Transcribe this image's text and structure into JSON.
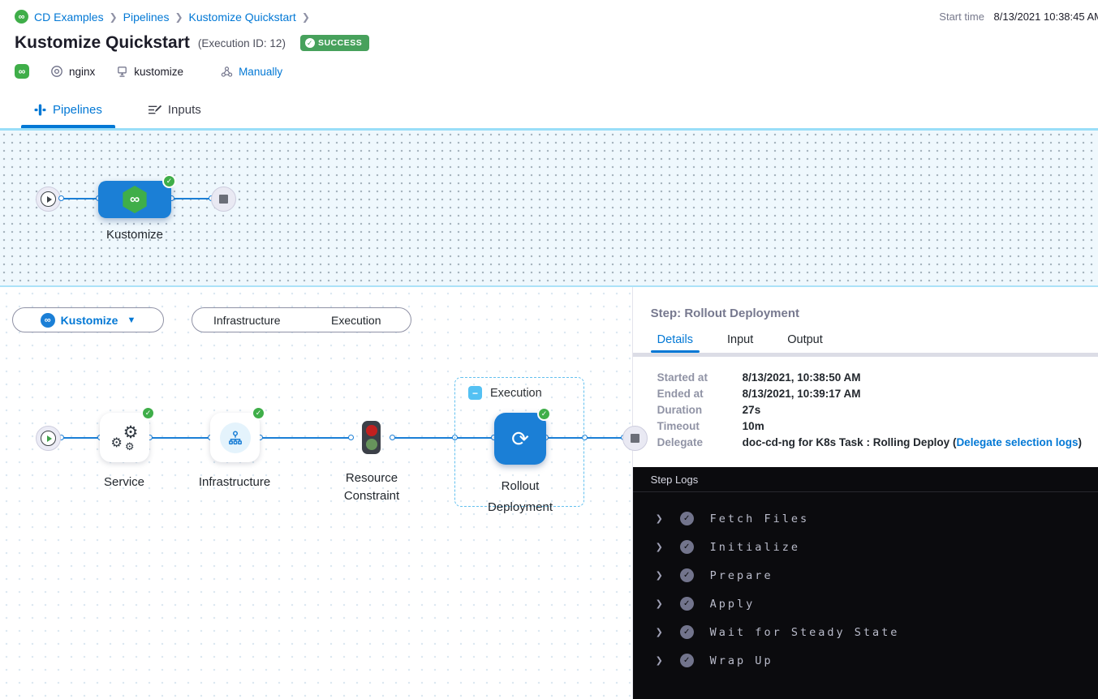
{
  "breadcrumb": {
    "items": [
      "CD Examples",
      "Pipelines",
      "Kustomize Quickstart"
    ]
  },
  "start_time": {
    "label": "Start time",
    "value": "8/13/2021 10:38:45 AM"
  },
  "title": {
    "name": "Kustomize Quickstart",
    "execution_id": "(Execution ID: 12)",
    "status": "SUCCESS"
  },
  "meta": {
    "service": "nginx",
    "environment": "kustomize",
    "trigger": "Manually"
  },
  "tabs": {
    "pipelines": "Pipelines",
    "inputs": "Inputs"
  },
  "stage_graph": {
    "stage_label": "Kustomize"
  },
  "stage_bar": {
    "selected_stage": "Kustomize",
    "toggle": [
      "Infrastructure",
      "Execution"
    ]
  },
  "execution_graph": {
    "service_label": "Service",
    "infrastructure_label": "Infrastructure",
    "resource_line1": "Resource",
    "resource_line2": "Constraint",
    "group_label": "Execution",
    "rollout_line1": "Rollout",
    "rollout_line2": "Deployment"
  },
  "panel": {
    "title": "Step: Rollout Deployment",
    "tabs": [
      "Details",
      "Input",
      "Output"
    ],
    "details": {
      "rows": [
        {
          "label": "Started at",
          "value": "8/13/2021, 10:38:50 AM"
        },
        {
          "label": "Ended at",
          "value": "8/13/2021, 10:39:17 AM"
        },
        {
          "label": "Duration",
          "value": "27s"
        },
        {
          "label": "Timeout",
          "value": "10m"
        },
        {
          "label": "Delegate",
          "value": ""
        }
      ],
      "delegate_prefix": "doc-cd-ng for K8s Task : Rolling Deploy (",
      "delegate_link": "Delegate selection logs",
      "delegate_suffix": ")"
    },
    "logs": {
      "title": "Step Logs",
      "sections": [
        "Fetch Files",
        "Initialize",
        "Prepare",
        "Apply",
        "Wait for Steady State",
        "Wrap Up"
      ]
    }
  },
  "colors": {
    "accent": "#0278d5",
    "success": "#3fae49",
    "node_blue": "#1b7fd6"
  }
}
